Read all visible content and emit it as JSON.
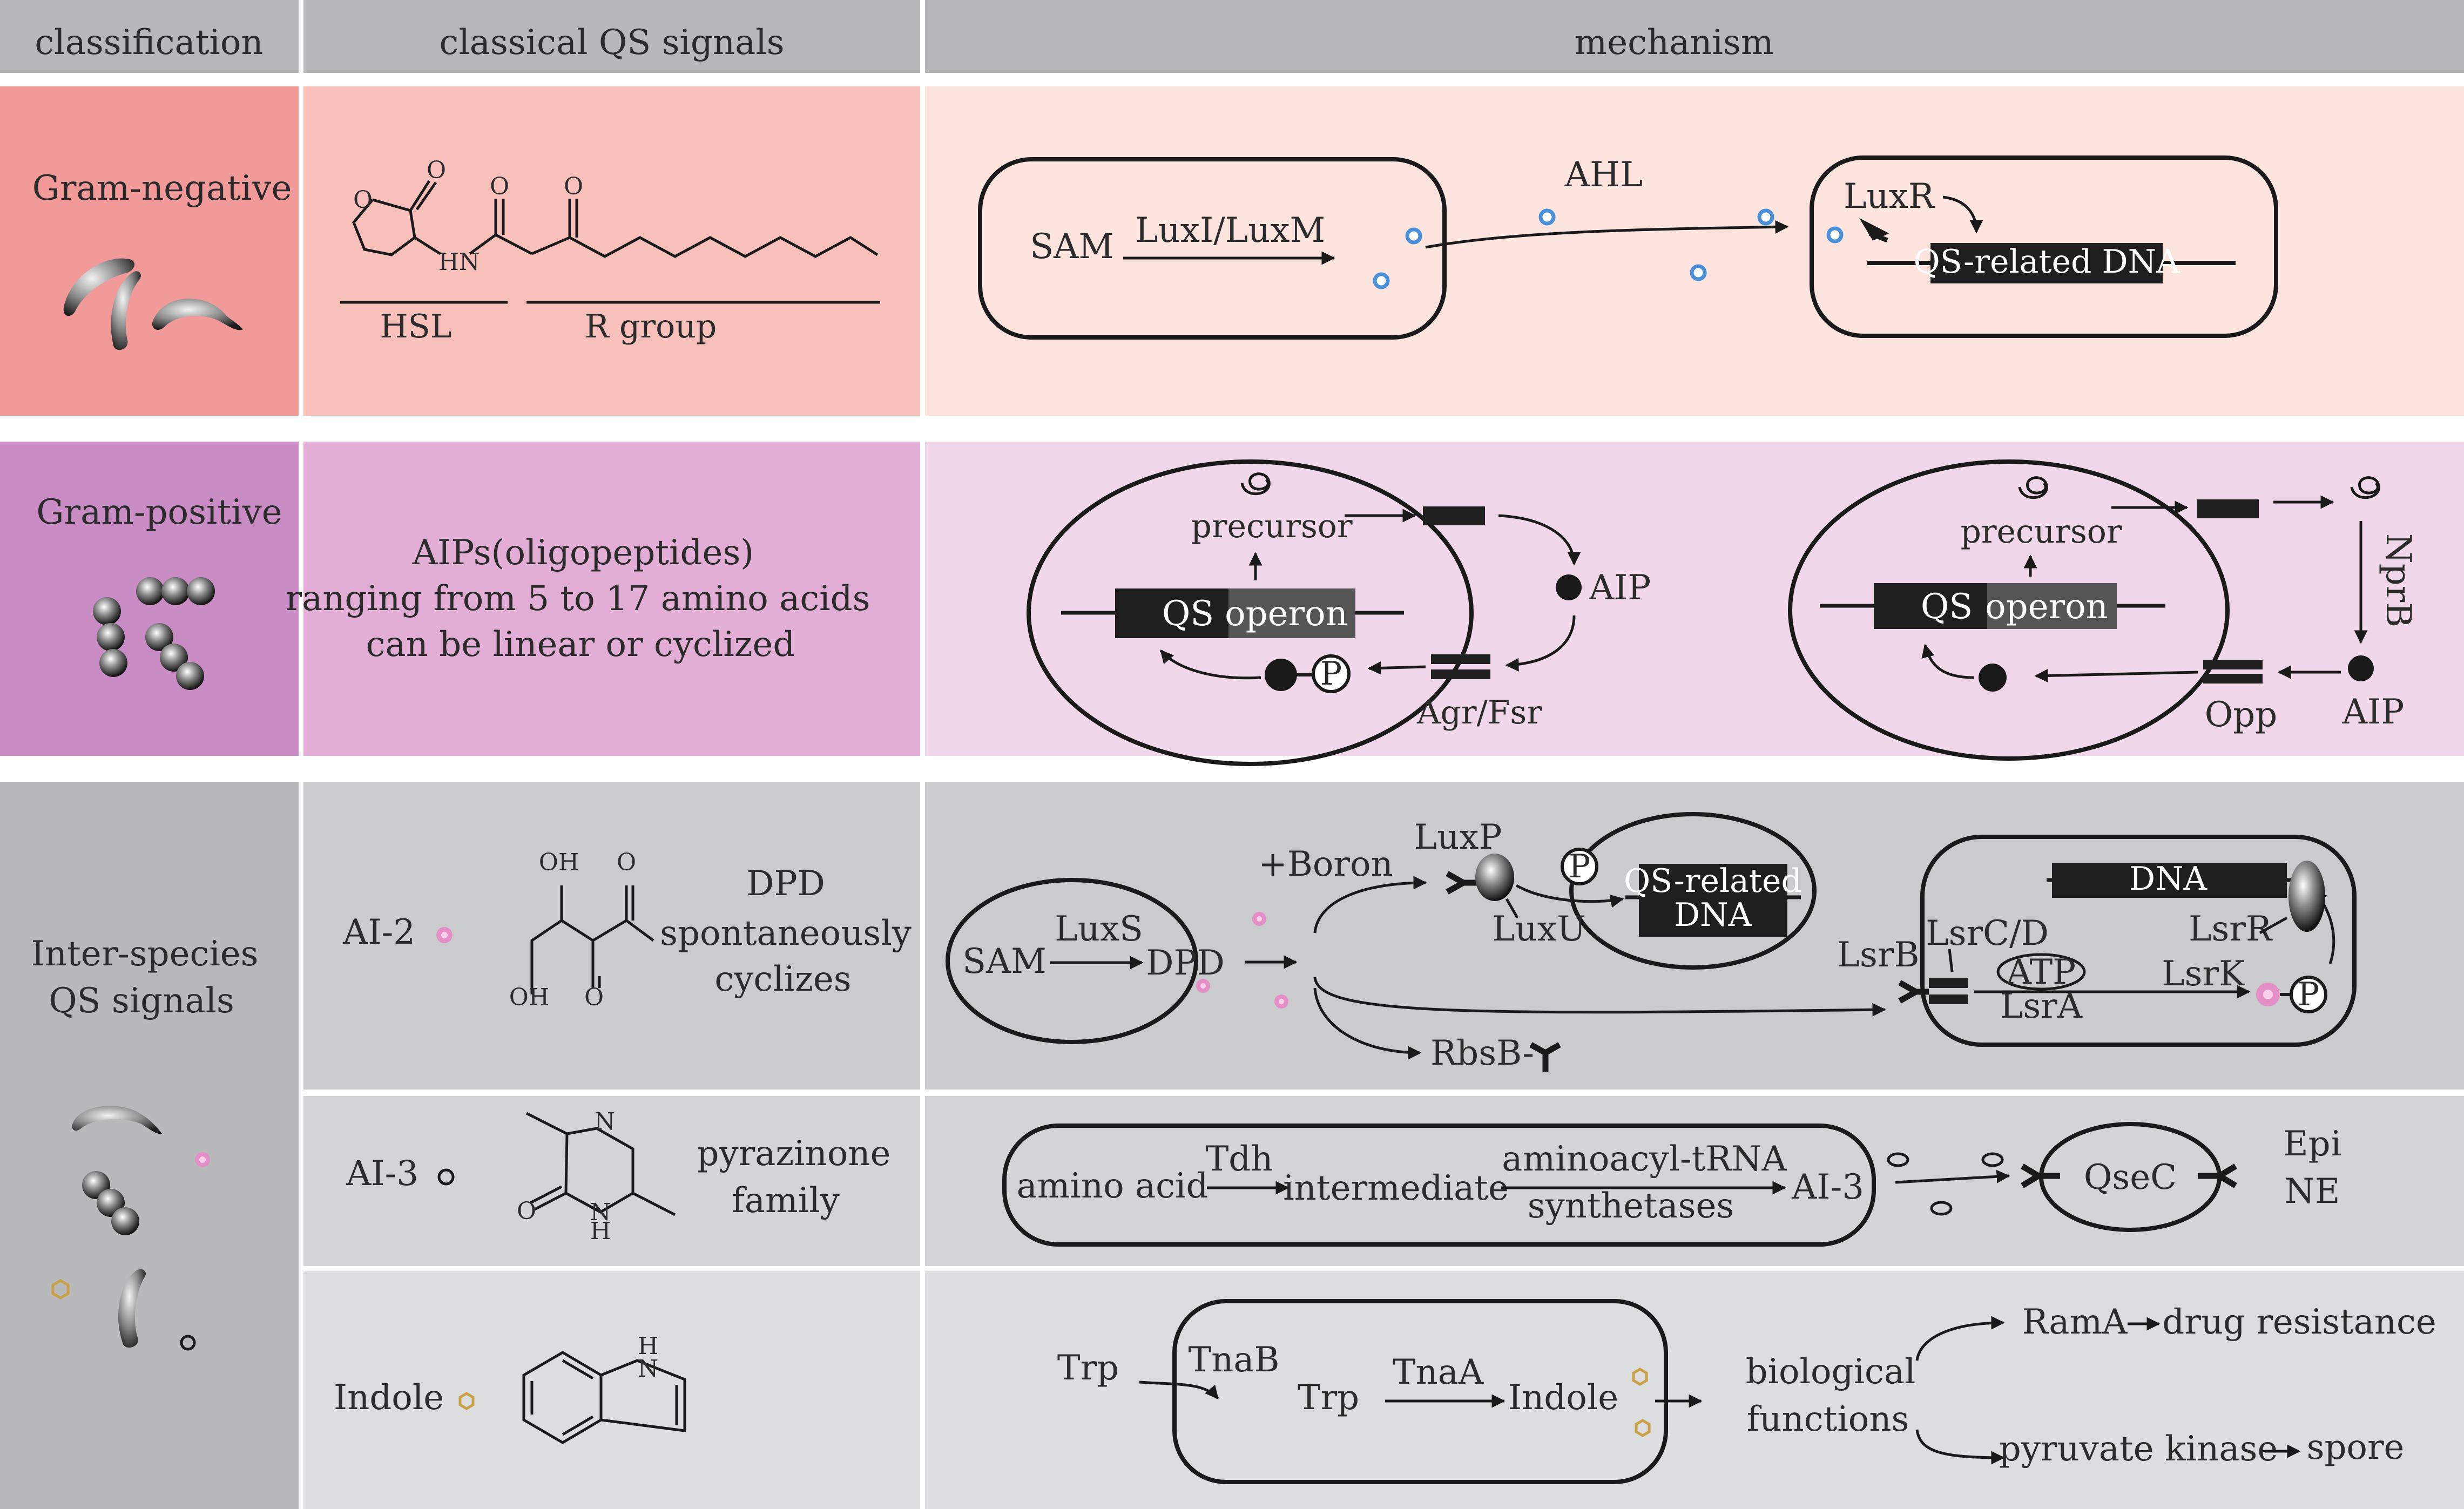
{
  "header": {
    "classification": "classification",
    "signals": "classical  QS  signals",
    "mechanism": "mechanism"
  },
  "colors": {
    "header_bg": "#b6b8ba",
    "gram_negative_dark": "#f29a99",
    "gram_negative_mid": "#f8c0bb",
    "gram_negative_light": "#fde4df",
    "gram_positive_dark": "#c98cc4",
    "gram_positive_mid": "#e2aed5",
    "gram_positive_light": "#f0d7ea",
    "inter_dark": "#b8b9bb",
    "inter_mid": "#cacbcd",
    "inter_light": "#dcdddf",
    "ai2_dot": "#e48fc8",
    "ahl_dot": "#4a90d9",
    "indole_dot": "#c9a046"
  },
  "gram_negative": {
    "label": "Gram-negative",
    "chem": {
      "o1": "O",
      "o2": "O",
      "o3": "O",
      "o4": "O",
      "hn": "HN"
    },
    "hsl": "HSL",
    "r_group": "R group",
    "mech": {
      "sam": "SAM",
      "luxi": "LuxI/LuxM",
      "ahl": "AHL",
      "luxr": "LuxR",
      "dna": "QS-related DNA"
    }
  },
  "gram_positive": {
    "label": "Gram-positive",
    "signal_line1": "AIPs(oligopeptides)",
    "signal_line2": "ranging from 5 to 17 amino acids",
    "signal_line3": "can be linear or cyclized",
    "mech": {
      "precursor": "precursor",
      "qs": "QS",
      "operon": "operon",
      "aip": "AIP",
      "p": "P",
      "agr": "Agr/Fsr",
      "opp": "Opp",
      "nprb": "NprB"
    }
  },
  "inter_species": {
    "label_line1": "Inter-species",
    "label_line2": "QS signals",
    "ai2": {
      "name": "AI-2",
      "oh1": "OH",
      "oh2": "OH",
      "o1": "O",
      "o2": "O",
      "desc1": "DPD",
      "desc2": "spontaneously",
      "desc3": "cyclizes",
      "mech": {
        "sam": "SAM",
        "luxs": "LuxS",
        "dpd": "DPD",
        "boron": "+Boron",
        "luxp": "LuxP",
        "p": "P",
        "qs_dna1": "QS-related",
        "qs_dna2": "DNA",
        "luxu": "LuxU",
        "lsrb": "LsrB",
        "lsrcd": "LsrC/D",
        "atp": "ATP",
        "lsra": "LsrA",
        "lsrk": "LsrK",
        "dna": "DNA",
        "lsrr": "LsrR",
        "rbsb": "RbsB-"
      }
    },
    "ai3": {
      "name": "AI-3",
      "n1": "N",
      "nh1": "N",
      "nh2": "H",
      "o1": "O",
      "desc1": "pyrazinone",
      "desc2": "family",
      "mech": {
        "amino": "amino acid",
        "tdh": "Tdh",
        "intermediate": "intermediate",
        "trna": "aminoacyl-tRNA",
        "synth": "synthetases",
        "ai3": "AI-3",
        "qsec": "QseC",
        "epi": "Epi",
        "ne": "NE"
      }
    },
    "indole": {
      "name": "Indole",
      "nh1": "H",
      "nh2": "N",
      "mech": {
        "trp1": "Trp",
        "tnab": "TnaB",
        "trp2": "Trp",
        "tnaa": "TnaA",
        "indole": "Indole",
        "bio1": "biological",
        "bio2": "functions",
        "rama": "RamA",
        "drug": "drug resistance",
        "pyruvate": "pyruvate kinase",
        "spore": "spore"
      }
    }
  }
}
